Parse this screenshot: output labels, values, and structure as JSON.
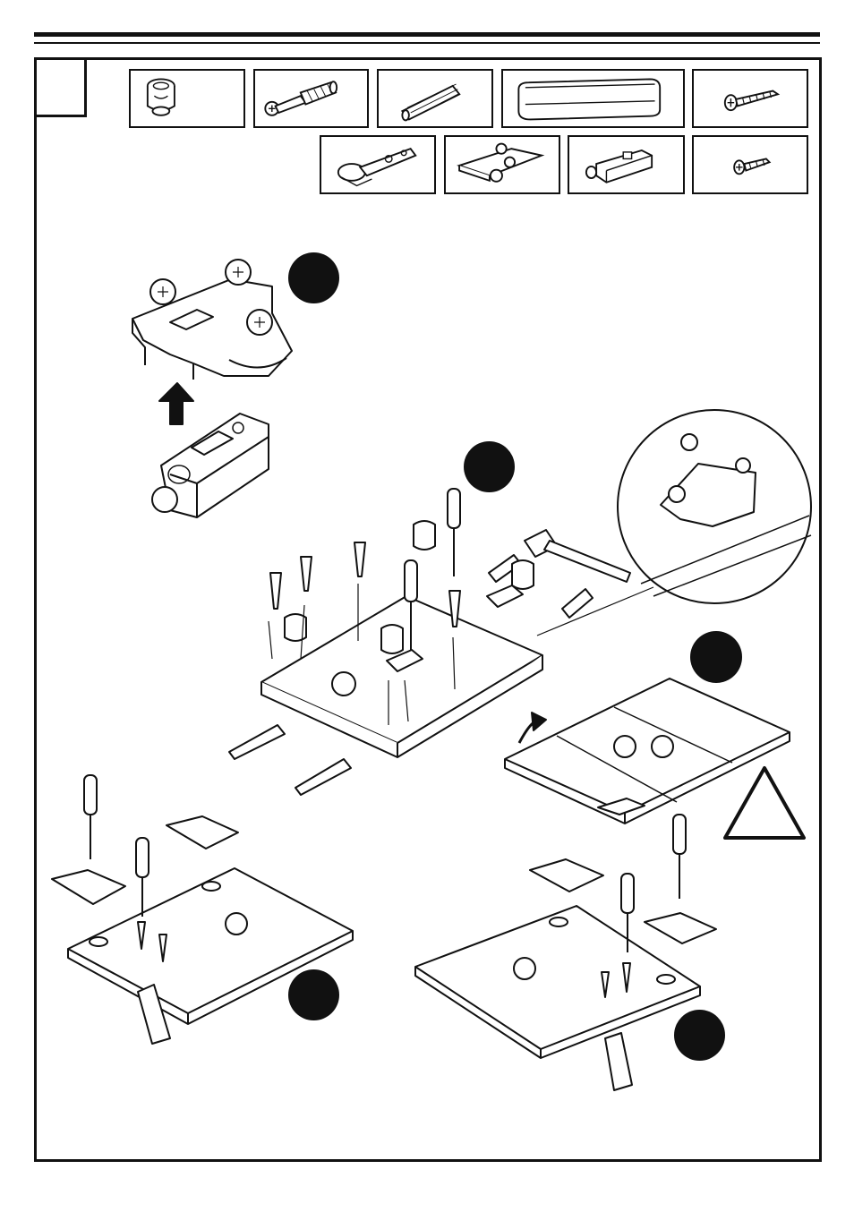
{
  "page": {
    "step_number": ""
  },
  "parts_row_1": [
    {
      "icon": "cam-lock-icon"
    },
    {
      "icon": "cam-bolt-icon"
    },
    {
      "icon": "wooden-dowel-icon"
    },
    {
      "icon": "handle-bar-icon"
    },
    {
      "icon": "long-screw-icon"
    }
  ],
  "parts_row_2": [
    {
      "icon": "hinge-icon"
    },
    {
      "icon": "mounting-plate-icon"
    },
    {
      "icon": "soft-close-damper-icon"
    },
    {
      "icon": "short-screw-icon"
    }
  ],
  "steps": [
    {
      "id": "a",
      "label": ""
    },
    {
      "id": "b",
      "label": ""
    },
    {
      "id": "c",
      "label": ""
    },
    {
      "id": "d",
      "label": ""
    },
    {
      "id": "e",
      "label": ""
    }
  ],
  "warning": {
    "icon": "warning-triangle-icon",
    "text": ""
  },
  "colors": {
    "ink": "#111111",
    "paper": "#ffffff",
    "badge": "#111111"
  }
}
